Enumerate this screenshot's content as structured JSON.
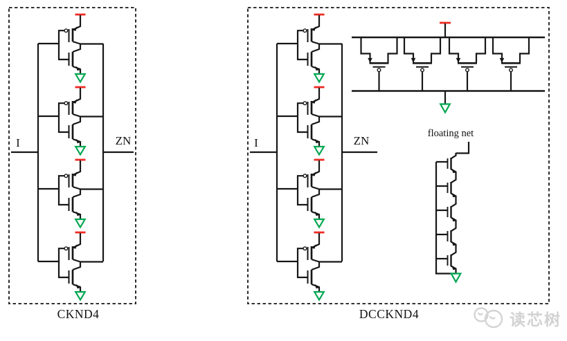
{
  "figure": {
    "left_cell": {
      "name": "CKND4",
      "input": "I",
      "output": "ZN"
    },
    "right_cell": {
      "name": "DCCKND4",
      "input": "I",
      "output": "ZN",
      "floating_net": "floating net"
    },
    "watermark": {
      "text": "读芯树"
    },
    "colors": {
      "supply": "#ee2b23",
      "ground": "#00a650",
      "wire": "#161616",
      "watermark_gray": "#d2d2d2"
    }
  }
}
